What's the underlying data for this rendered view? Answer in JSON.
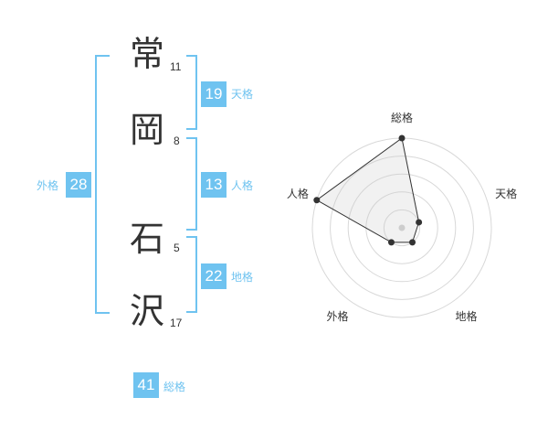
{
  "name": {
    "characters": [
      {
        "char": "常",
        "strokes": "11"
      },
      {
        "char": "岡",
        "strokes": "8"
      },
      {
        "char": "石",
        "strokes": "5"
      },
      {
        "char": "沢",
        "strokes": "17"
      }
    ]
  },
  "fortunes": {
    "tenkaku": {
      "value": "19",
      "label": "天格"
    },
    "jinkaku": {
      "value": "13",
      "label": "人格"
    },
    "chikaku": {
      "value": "22",
      "label": "地格"
    },
    "gaikaku": {
      "value": "28",
      "label": "外格"
    },
    "soukaku": {
      "value": "41",
      "label": "総格"
    }
  },
  "colors": {
    "accent": "#6fc3f0",
    "text": "#333333"
  },
  "chart_data": {
    "type": "radar",
    "axes": [
      "総格",
      "天格",
      "地格",
      "外格",
      "人格"
    ],
    "levels": 5,
    "values": [
      5,
      1,
      1,
      1,
      5
    ]
  }
}
